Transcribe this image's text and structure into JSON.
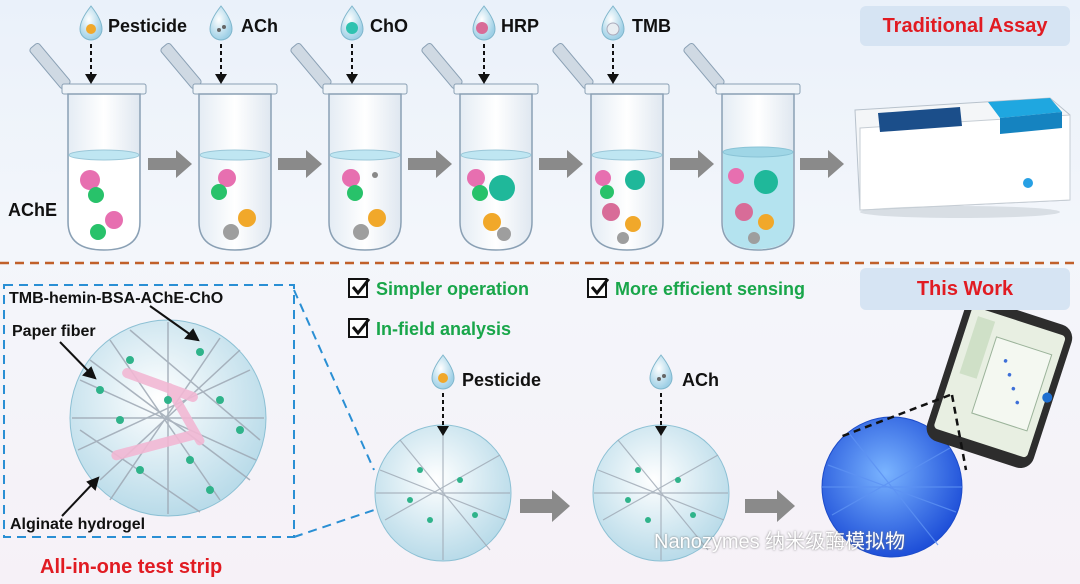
{
  "traditional": {
    "badge": "Traditional Assay",
    "steps": [
      {
        "label": "Pesticide",
        "icon": "pesticide-drop-icon"
      },
      {
        "label": "ACh",
        "icon": "ach-drop-icon"
      },
      {
        "label": "ChO",
        "icon": "cho-drop-icon"
      },
      {
        "label": "HRP",
        "icon": "hrp-drop-icon"
      },
      {
        "label": "TMB",
        "icon": "tmb-drop-icon"
      }
    ],
    "start_label": "AChE",
    "instrument": "spectrophotometer-icon"
  },
  "this_work": {
    "badge": "This Work",
    "advantages": [
      "Simpler operation",
      "More efficient sensing",
      "In-field analysis"
    ],
    "inset_labels": {
      "complex": "TMB-hemin-BSA-AChE-ChO",
      "fiber": "Paper fiber",
      "hydrogel": "Alginate hydrogel"
    },
    "strip_caption": "All-in-one test strip",
    "steps": [
      {
        "label": "Pesticide",
        "icon": "pesticide-drop-icon"
      },
      {
        "label": "ACh",
        "icon": "ach-drop-icon"
      }
    ],
    "device": "smartphone-icon"
  },
  "watermark": "Nanozymes 纳米级酶模拟物",
  "colors": {
    "badge_text": "#e11b22",
    "badge_bg": "#d6e4f3",
    "advantage_text": "#19a64a",
    "divider": "#c0602a",
    "inset_border": "#2a8fd4",
    "liquid": "#bfe6f2",
    "blue_product": "#2b6fe0",
    "arrow": "#8a8a8a"
  }
}
